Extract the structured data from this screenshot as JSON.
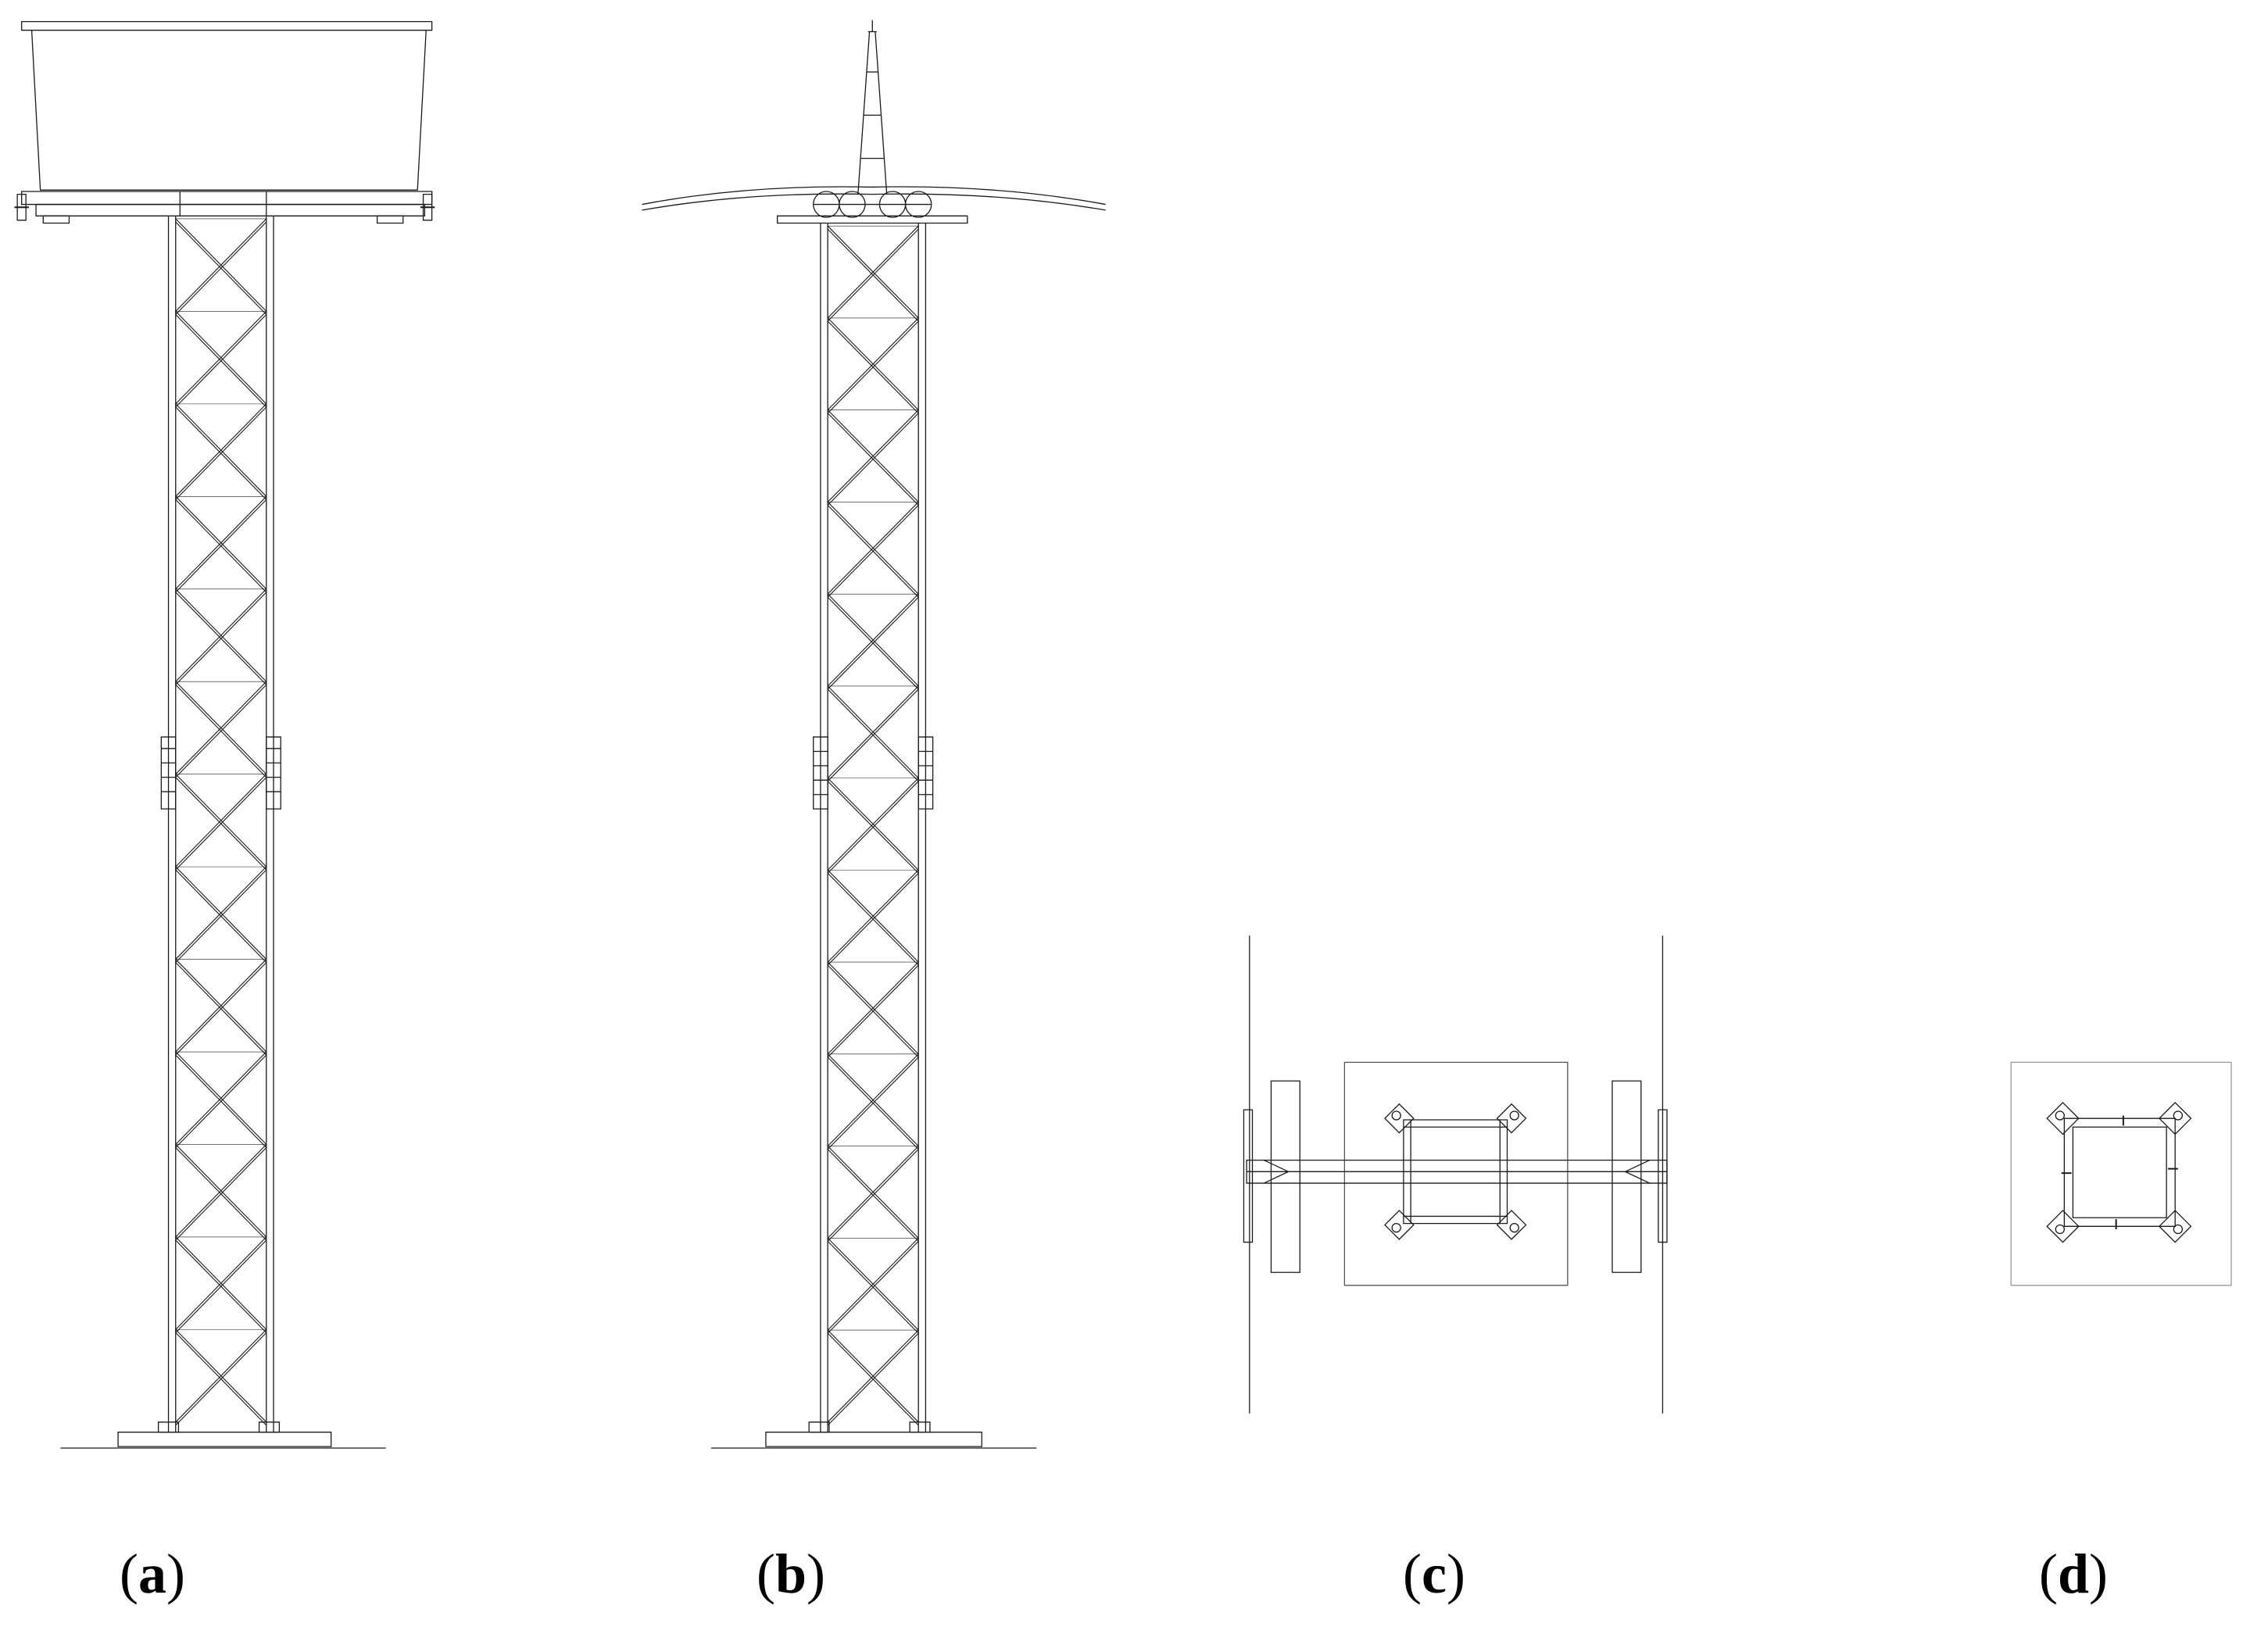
{
  "figure": {
    "panels": [
      {
        "id": "a",
        "letter": "a",
        "open": "(",
        "close": ")"
      },
      {
        "id": "b",
        "letter": "b",
        "open": "(",
        "close": ")"
      },
      {
        "id": "c",
        "letter": "c",
        "open": "(",
        "close": ")"
      },
      {
        "id": "d",
        "letter": "d",
        "open": "(",
        "close": ")"
      }
    ]
  },
  "colors": {
    "line": "#1a1a1a",
    "light_line": "#8a8a8a",
    "background": "#ffffff"
  }
}
